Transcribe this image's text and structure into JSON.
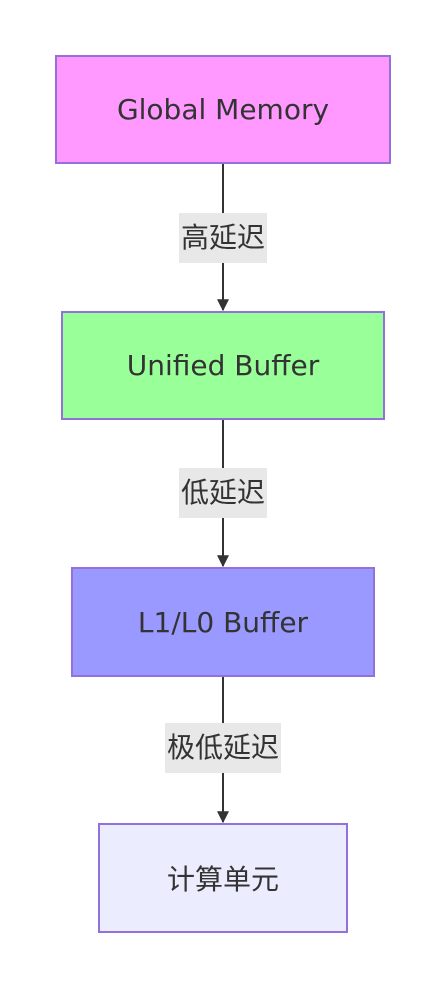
{
  "nodes": [
    {
      "label": "Global Memory",
      "color": "#ff99ff"
    },
    {
      "label": "Unified Buffer",
      "color": "#99ff99"
    },
    {
      "label": "L1/L0 Buffer",
      "color": "#9999ff"
    },
    {
      "label": "计算单元",
      "color": "#ececff"
    }
  ],
  "edges": [
    {
      "label": "高延迟"
    },
    {
      "label": "低延迟"
    },
    {
      "label": "极低延迟"
    }
  ],
  "colors": {
    "border": "#9370db",
    "arrow": "#333333",
    "edge_label_bg": "#e8e8e8",
    "text": "#333333"
  }
}
